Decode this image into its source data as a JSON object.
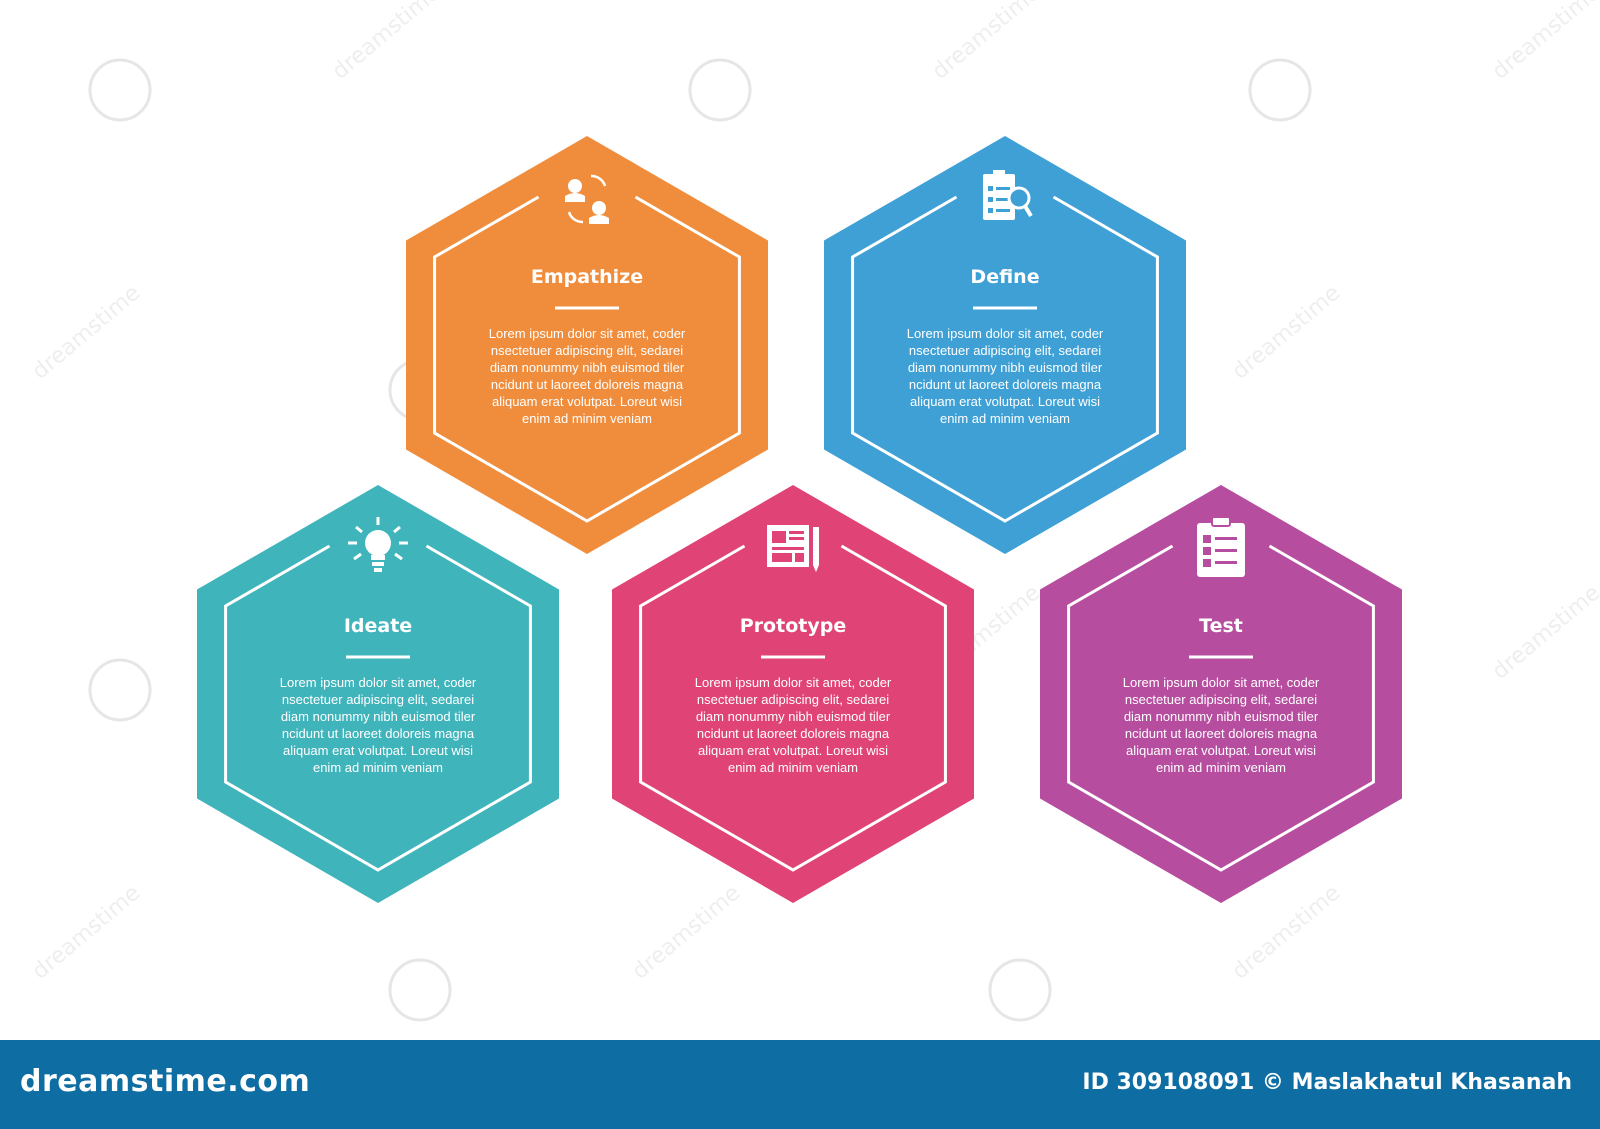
{
  "hexagons": [
    {
      "title": "Empathize",
      "color": "#f08d3c",
      "icon": "two-heads-exchange-icon",
      "lines": [
        "Lorem ipsum dolor sit amet, coder",
        "nsectetuer adipiscing elit, sedarei",
        "diam nonummy nibh euismod tiler",
        "ncidunt ut laoreet doloreis magna",
        "aliquam erat volutpat. Loreut wisi",
        "enim ad minim veniam"
      ]
    },
    {
      "title": "Define",
      "color": "#3fa0d6",
      "icon": "checklist-magnifier-icon",
      "lines": [
        "Lorem ipsum dolor sit amet, coder",
        "nsectetuer adipiscing elit, sedarei",
        "diam nonummy nibh euismod tiler",
        "ncidunt ut laoreet doloreis magna",
        "aliquam erat volutpat. Loreut wisi",
        "enim ad minim veniam"
      ]
    },
    {
      "title": "Ideate",
      "color": "#40b4bb",
      "icon": "lightbulb-icon",
      "lines": [
        "Lorem ipsum dolor sit amet, coder",
        "nsectetuer adipiscing elit, sedarei",
        "diam nonummy nibh euismod tiler",
        "ncidunt ut laoreet doloreis magna",
        "aliquam erat volutpat. Loreut wisi",
        "enim ad minim veniam"
      ]
    },
    {
      "title": "Prototype",
      "color": "#e04375",
      "icon": "blueprint-pencil-icon",
      "lines": [
        "Lorem ipsum dolor sit amet, coder",
        "nsectetuer adipiscing elit, sedarei",
        "diam nonummy nibh euismod tiler",
        "ncidunt ut laoreet doloreis magna",
        "aliquam erat volutpat. Loreut wisi",
        "enim ad minim veniam"
      ]
    },
    {
      "title": "Test",
      "color": "#b64d9f",
      "icon": "clipboard-checklist-icon",
      "lines": [
        "Lorem ipsum dolor sit amet, coder",
        "nsectetuer adipiscing elit, sedarei",
        "diam nonummy nibh euismod tiler",
        "ncidunt ut laoreet doloreis magna",
        "aliquam erat volutpat. Loreut wisi",
        "enim ad minim veniam"
      ]
    }
  ],
  "watermark": {
    "text": "dreamstime"
  },
  "footer": {
    "site": "dreamstime.com",
    "credit": "ID 309108091 © Maslakhatul Khasanah",
    "background": "#0e6ea3"
  }
}
